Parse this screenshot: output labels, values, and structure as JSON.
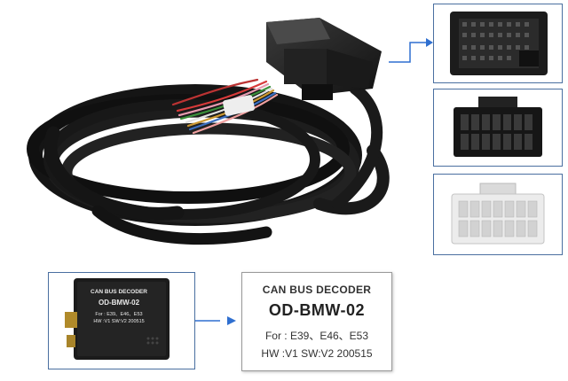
{
  "decoder_label": {
    "line1": "CAN BUS DECODER",
    "line2": "OD-BMW-02",
    "line3": "For : E39、E46、E53",
    "line4": "HW :V1  SW:V2 200515"
  },
  "decoder_device_label": {
    "line1": "CAN BUS DECODER",
    "line2": "OD-BMW-02",
    "line3": "For : E39、E46、E53",
    "line4": "HW :V1  SW:V2 200515"
  },
  "colors": {
    "accent": "#2f6fd0",
    "panel_border": "#4a6fa0",
    "cable": "#141414",
    "connector_white": "#e6e6e6"
  },
  "icons": {
    "arrow_top": "arrow-right-icon",
    "arrow_bottom": "arrow-right-icon"
  }
}
